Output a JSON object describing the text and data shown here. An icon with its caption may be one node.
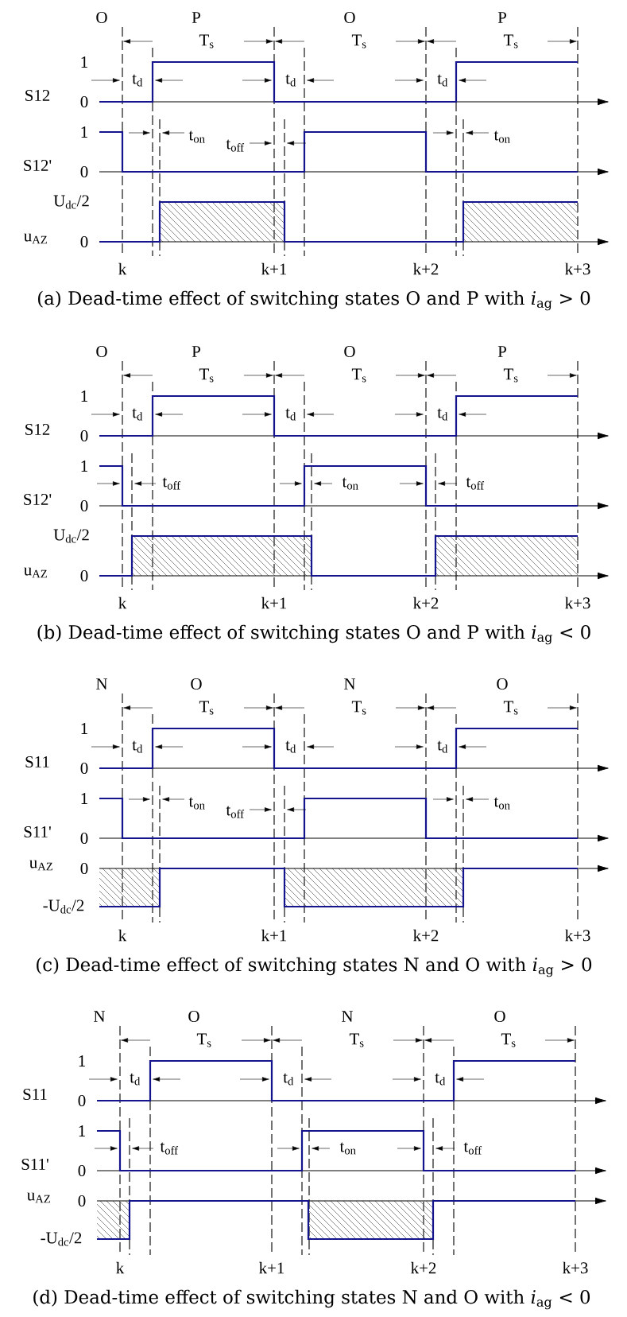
{
  "diagram": {
    "labels": [
      "O",
      "P",
      "T$_{s}$",
      "O",
      "T$_{s}$",
      "P",
      "T$_{s}$",
      "1",
      "t$_{d}$",
      "t$_{d}$",
      "t$_{d}$",
      "S12",
      "0",
      "1",
      "t$_{on}$",
      "t$_{off}$",
      "t$_{on}$",
      "S12'",
      "0",
      "U$_{dc}$/2",
      "u$_{AZ}$",
      "0",
      "k",
      "k+1",
      "k+2",
      "k+3",
      "(a) Dead-time effect of switching states O and P with *i*$_{ag}$ > 0",
      "O",
      "P",
      "T$_{s}$",
      "O",
      "T$_{s}$",
      "P",
      "T$_{s}$",
      "1",
      "t$_{d}$",
      "t$_{d}$",
      "t$_{d}$",
      "S12",
      "0",
      "1",
      "t$_{off}$",
      "t$_{on}$",
      "t$_{off}$",
      "S12'",
      "0",
      "U$_{dc}$/2",
      "u$_{AZ}$",
      "0",
      "k",
      "k+1",
      "k+2",
      "k+3",
      "(b) Dead-time effect of switching states O and P with *i*$_{ag}$ < 0",
      "N",
      "O",
      "T$_{s}$",
      "N",
      "T$_{s}$",
      "O",
      "T$_{s}$",
      "1",
      "t$_{d}$",
      "t$_{d}$",
      "t$_{d}$",
      "S11",
      "0",
      "1",
      "t$_{on}$",
      "t$_{off}$",
      "t$_{on}$",
      "S11'",
      "0",
      "u$_{AZ}$",
      "0",
      "-U$_{dc}$/2",
      "k",
      "k+1",
      "k+2",
      "k+3",
      "(c) Dead-time effect of switching states N and O with *i*$_{ag}$ > 0",
      "N",
      "O",
      "T$_{s}$",
      "N",
      "T$_{s}$",
      "O",
      "T$_{s}$",
      "1",
      "t$_{d}$",
      "t$_{d}$",
      "t$_{d}$",
      "S11",
      "0",
      "1",
      "t$_{off}$",
      "t$_{on}$",
      "t$_{off}$",
      "S11'",
      "0",
      "u$_{AZ}$",
      "0",
      "-U$_{dc}$/2",
      "k",
      "k+1",
      "k+2",
      "k+3",
      "(d) Dead-time effect of switching states N and O with *i*$_{ag}$ < 0"
    ]
  }
}
